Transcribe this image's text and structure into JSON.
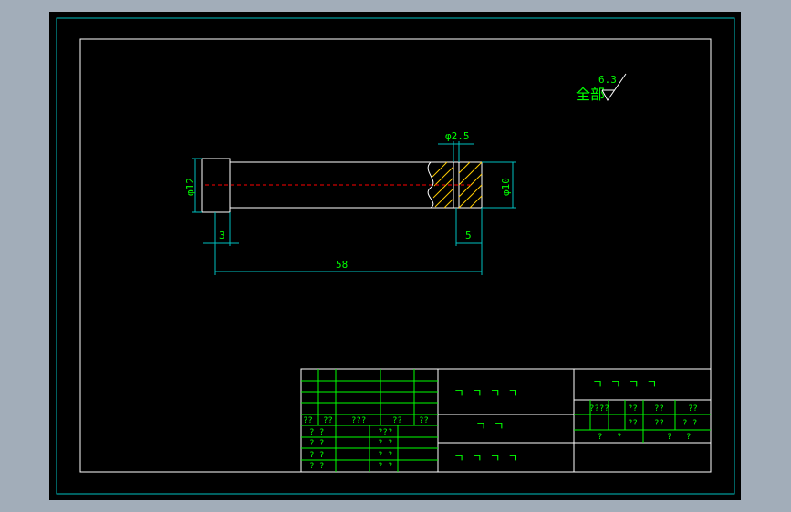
{
  "drawing": {
    "roughness_prefix": "全部",
    "roughness_value": "6.3",
    "dims": {
      "dia_head": "φ12",
      "dia_body": "φ10",
      "dia_hole": "φ2.5",
      "len_head": "3",
      "len_total": "58",
      "len_hole_pos": "5"
    }
  },
  "title_block": {
    "grid_left": {
      "row5": [
        "??",
        "??",
        "???",
        "??",
        "??"
      ],
      "row6": [
        "? ?",
        "???"
      ],
      "row7": [
        "? ?",
        "? ?"
      ],
      "row8": [
        "? ?",
        "? ?"
      ],
      "row9": [
        "? ?",
        "? ?"
      ]
    },
    "middle": {
      "row1": "ㄱ ㄱ ㄱ ㄱ",
      "row2": "ㄱ ㄱ",
      "row3": "ㄱ ㄱ ㄱ ㄱ"
    },
    "right": {
      "title": "ㄱ ㄱ ㄱ ㄱ",
      "row2": [
        "????",
        "??",
        "??",
        "??"
      ],
      "row3": [
        "??",
        "??",
        "? ?"
      ],
      "row4": [
        "?",
        "?",
        "?",
        "?"
      ]
    }
  },
  "colors": {
    "background": "#a2adb9",
    "sheet": "#000000",
    "frame": "#00c0c0",
    "text": "#00ff00",
    "dim_line": "#00c0c0",
    "centerline": "#ff0000",
    "hatch": "#ffcc00",
    "outline": "#ffffff"
  }
}
